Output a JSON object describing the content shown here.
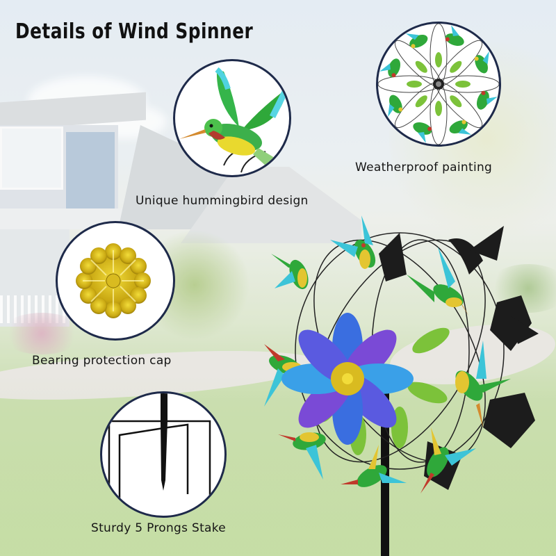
{
  "title": "Details of Wind Spinner",
  "features": [
    {
      "label": "Unique hummingbird design",
      "icon": "hummingbird-icon"
    },
    {
      "label": "Weatherproof painting",
      "icon": "spinner-wheel-icon"
    },
    {
      "label": "Bearing protection cap",
      "icon": "bearing-cap-icon"
    },
    {
      "label": "Sturdy 5 Prongs Stake",
      "icon": "five-prong-stake-icon"
    }
  ],
  "colors": {
    "circle_border": "#1e2a4a",
    "text": "#151515",
    "hummingbird_green": "#2fa83a",
    "wing_teal": "#3cc4d8",
    "cap_gold": "#d4b514",
    "flower_blue": "#3a6ee0",
    "flower_purple": "#7a4ad6"
  }
}
